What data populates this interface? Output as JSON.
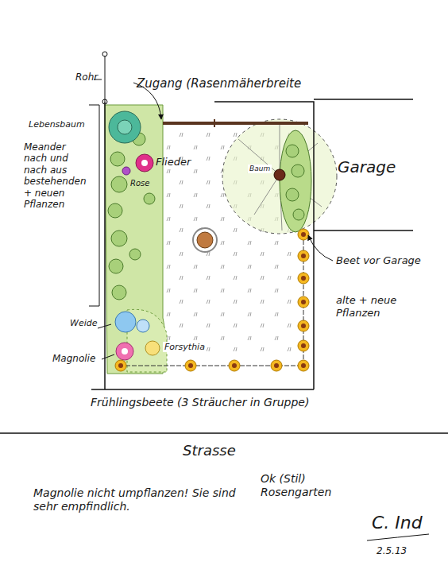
{
  "diagram": {
    "labels": [
      "Rohr",
      "Zugang (Rasenmäherbreite",
      "Lebensbaum",
      "Meander nach und nach aus bestehenden + neuen Pflanzen",
      "Flieder",
      "Rose",
      "Baum",
      "Garage",
      "Beet vor Garage",
      "alte + neue Pflanzen",
      "Weide",
      "Magnolie",
      "Forsythia",
      "Frühlingsbeete (3 Sträucher in Gruppe)",
      "Strasse",
      "Magnolie nicht umpflanzen! Sie sind sehr empfindlich.",
      "Ok (Stil) Rosengarten",
      "C. Ind",
      "2.5.13"
    ]
  }
}
